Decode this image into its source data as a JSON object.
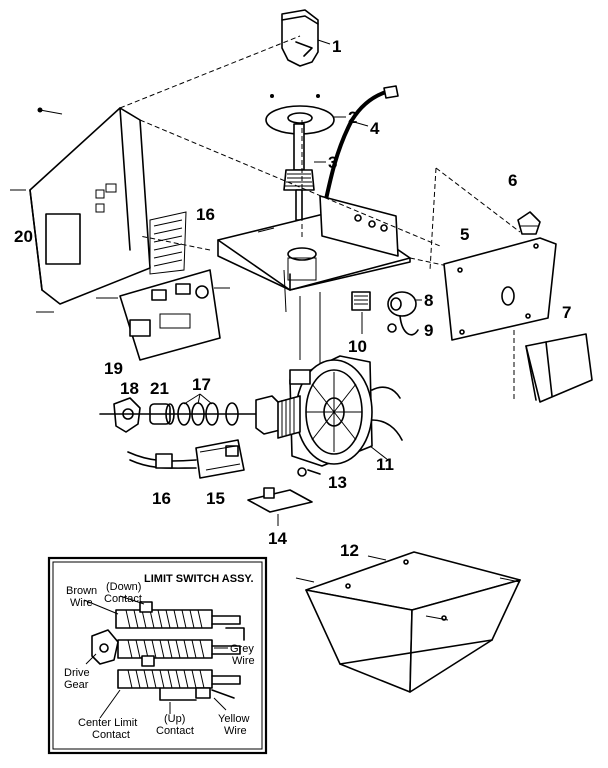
{
  "callouts": {
    "c1": "1",
    "c2": "2",
    "c3": "3",
    "c4": "4",
    "c5": "5",
    "c6": "6",
    "c7": "7",
    "c8": "8",
    "c9": "9",
    "c10": "10",
    "c11": "11",
    "c12": "12",
    "c13": "13",
    "c14": "14",
    "c15": "15",
    "c16a": "16",
    "c16b": "16",
    "c17": "17",
    "c18": "18",
    "c19": "19",
    "c20": "20",
    "c21": "21"
  },
  "inset": {
    "title": "LIMIT SWITCH ASSY.",
    "down_contact": [
      "(Down)",
      "Contact"
    ],
    "brown_wire": [
      "Brown",
      "Wire"
    ],
    "grey_wire": [
      "Grey",
      "Wire"
    ],
    "drive_gear": [
      "Drive",
      "Gear"
    ],
    "center_limit": [
      "Center Limit",
      "Contact"
    ],
    "up_contact": [
      "(Up)",
      "Contact"
    ],
    "yellow_wire": [
      "Yellow",
      "Wire"
    ]
  }
}
